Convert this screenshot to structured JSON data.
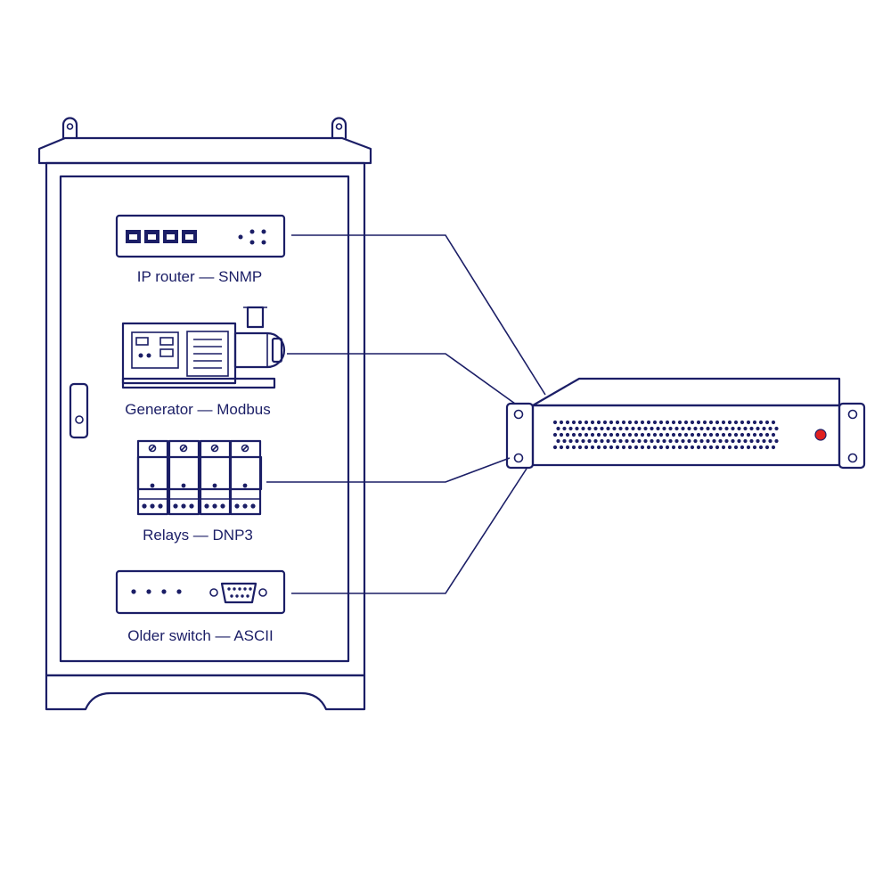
{
  "colors": {
    "ink": "#1b1e66",
    "led": "#e02020",
    "background": "#ffffff"
  },
  "cabinet": {
    "devices": [
      {
        "id": "router",
        "label": "IP router — SNMP",
        "icon": "router-icon"
      },
      {
        "id": "generator",
        "label": "Generator — Modbus",
        "icon": "generator-icon"
      },
      {
        "id": "relays",
        "label": "Relays — DNP3",
        "icon": "relay-icon"
      },
      {
        "id": "switch",
        "label": "Older switch — ASCII",
        "icon": "serial-switch-icon"
      }
    ]
  },
  "gateway": {
    "icon": "rack-gateway-icon",
    "status_led": "red"
  }
}
